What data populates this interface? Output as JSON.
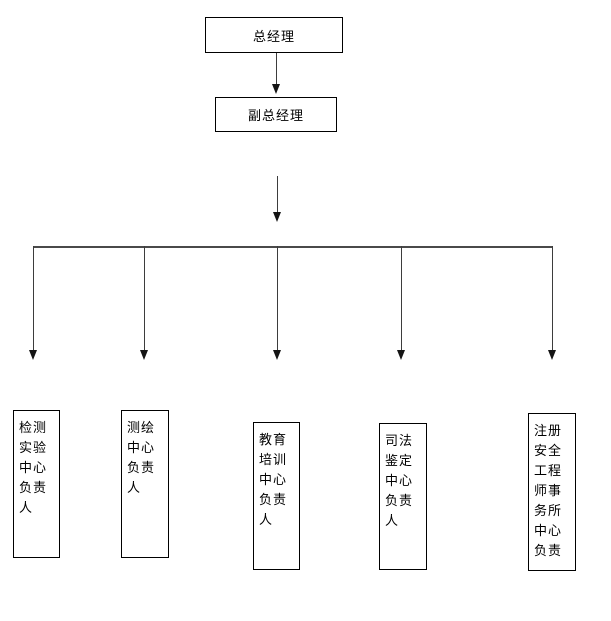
{
  "page": {
    "background_color": "#ffffff",
    "line_color": "#3d3d3d",
    "border_color": "#000000",
    "text_color": "#000000"
  },
  "org_chart": {
    "type": "org-hierarchy-diagram",
    "root": {
      "label": "总经理"
    },
    "deputy": {
      "label": "副总经理"
    },
    "departments": [
      {
        "label": "检测实验中心负责人"
      },
      {
        "label": "测绘中心负责人"
      },
      {
        "label": "教育培训中心负责人"
      },
      {
        "label": "司法鉴定中心负责人"
      },
      {
        "label": "注册安全工程师事务所中心负责"
      }
    ]
  }
}
